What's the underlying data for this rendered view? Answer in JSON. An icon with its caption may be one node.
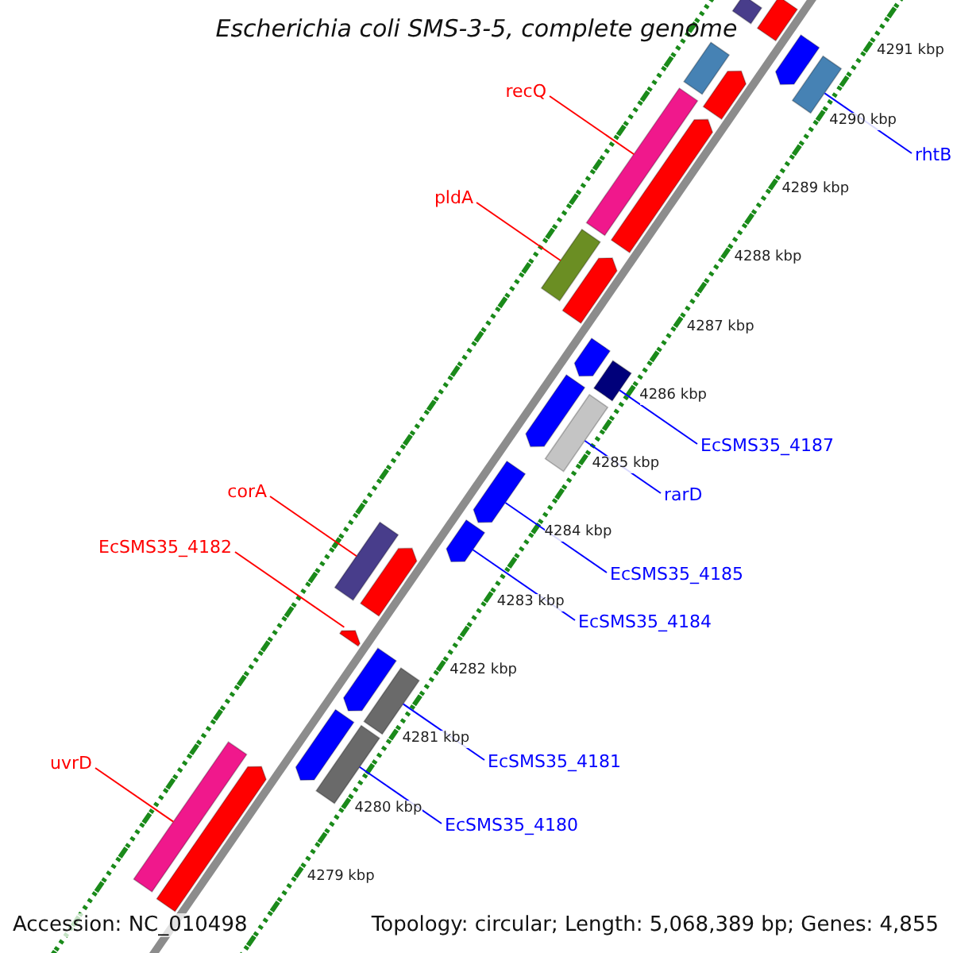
{
  "diagram": {
    "title": "Escherichia coli SMS-3-5, complete genome",
    "nodes": [
      {
        "text": [
          "recQ"
        ]
      },
      {
        "text": [],
        "shape": "bar"
      },
      {
        "text": [
          "rhtB"
        ]
      },
      {
        "text": [],
        "shape": "bar"
      },
      {
        "text": [
          "pldA"
        ]
      },
      {
        "text": [],
        "shape": "bar"
      },
      {
        "text": [
          "EcSMS35_4187"
        ]
      },
      {
        "text": [],
        "shape": "bar"
      },
      {
        "text": [
          "rarD"
        ]
      },
      {
        "text": [],
        "shape": "bar"
      },
      {
        "text": [
          "corA"
        ]
      },
      {
        "text": [],
        "shape": "bar"
      },
      {
        "text": [
          "EcSMS35_4182"
        ]
      },
      {
        "text": [],
        "shape": "bar"
      },
      {
        "text": [
          "EcSMS35_4185"
        ]
      },
      {
        "text": [],
        "shape": "bar"
      },
      {
        "text": [
          "EcSMS35_4184"
        ]
      },
      {
        "text": [],
        "shape": "bar"
      },
      {
        "text": [
          "EcSMS35_4181"
        ]
      },
      {
        "text": [],
        "shape": "bar"
      },
      {
        "text": [
          "uvrD"
        ]
      },
      {
        "text": [],
        "shape": "bar"
      },
      {
        "text": [
          "EcSMS35_4180"
        ]
      },
      {
        "text": [],
        "shape": "bar"
      },
      {
        "text": [],
        "shape": "bar"
      },
      {
        "text": [],
        "shape": "bar"
      },
      {
        "text": [],
        "shape": "bar"
      },
      {
        "text": [],
        "shape": "bar"
      },
      {
        "text": [],
        "shape": "bar"
      },
      {
        "text": [],
        "shape": "bar"
      },
      {
        "text": [],
        "shape": "bar"
      },
      {
        "text": [],
        "shape": "bar"
      },
      {
        "text": [],
        "shape": "bar"
      },
      {
        "text": [],
        "shape": "bar"
      },
      {
        "text": [],
        "shape": "bar"
      },
      {
        "text": [],
        "shape": "bar"
      },
      {
        "text": [],
        "shape": "bar"
      }
    ],
    "edges": [
      {
        "from": 0,
        "to": 1,
        "arrow": "none",
        "color": "#ff0000"
      },
      {
        "from": 2,
        "to": 3,
        "arrow": "none"
      },
      {
        "from": 4,
        "to": 5,
        "arrow": "none",
        "color": "#ff0000"
      },
      {
        "from": 6,
        "to": 7,
        "arrow": "none"
      },
      {
        "from": 8,
        "to": 9,
        "arrow": "none"
      },
      {
        "from": 10,
        "to": 11,
        "arrow": "none",
        "color": "#ff0000"
      },
      {
        "from": 12,
        "to": 13,
        "arrow": "none",
        "color": "#ff0000"
      },
      {
        "from": 14,
        "to": 15,
        "arrow": "none"
      },
      {
        "from": 16,
        "to": 17,
        "arrow": "none"
      },
      {
        "from": 18,
        "to": 19,
        "arrow": "none"
      },
      {
        "from": 20,
        "to": 21,
        "arrow": "none",
        "color": "#ff0000"
      },
      {
        "from": 22,
        "to": 23,
        "arrow": "none"
      }
    ],
    "labels": [
      "4291 kbp",
      "4290 kbp",
      "4289 kbp",
      "4288 kbp",
      "4287 kbp",
      "4286 kbp",
      "4285 kbp",
      "4284 kbp",
      "4283 kbp",
      "4282 kbp",
      "4281 kbp",
      "4280 kbp",
      "4279 kbp",
      "Accession: NC_010498",
      "Topology: circular; Length: 5,068,389 bp; Genes: 4,855"
    ]
  }
}
